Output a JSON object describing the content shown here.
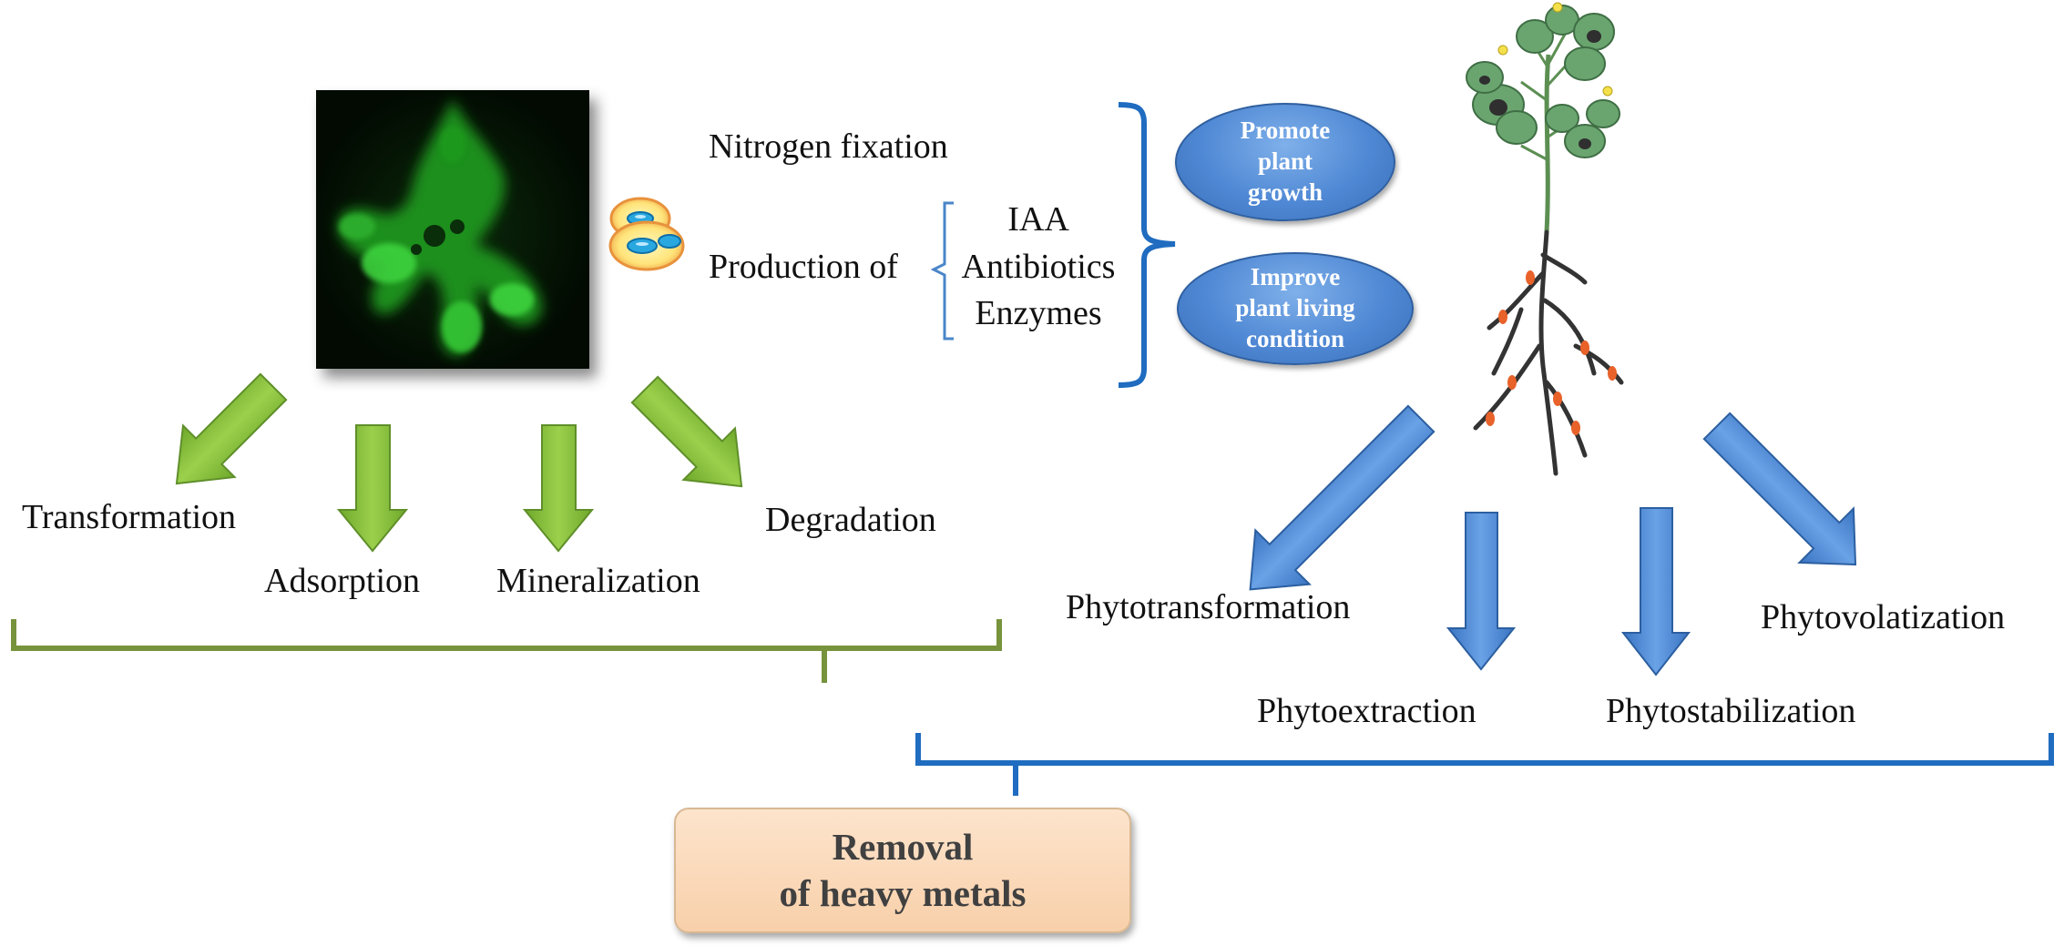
{
  "microbe_side": {
    "functions": {
      "nitrogen_fixation": "Nitrogen fixation",
      "production_of": "Production of",
      "products": [
        "IAA",
        "Antibiotics",
        "Enzymes"
      ]
    },
    "benefits": [
      {
        "lines": [
          "Promote",
          "plant",
          "growth"
        ]
      },
      {
        "lines": [
          "Improve",
          "plant living",
          "condition"
        ]
      }
    ],
    "mechanisms": [
      "Transformation",
      "Adsorption",
      "Mineralization",
      "Degradation"
    ],
    "arrow_color": "#8cc63f"
  },
  "plant_side": {
    "mechanisms": [
      "Phytotransformation",
      "Phytoextraction",
      "Phytostabilization",
      "Phytovolatization"
    ],
    "arrow_color": "#4a86d3"
  },
  "result": {
    "lines": [
      "Removal",
      "of heavy metals"
    ]
  },
  "colors": {
    "green_bracket": "#77933c",
    "blue_bracket": "#1f6cc0",
    "oval_fill": "#4f88d4",
    "result_box": "#fbdcbf",
    "leaf": "#6aa56f",
    "root": "#333333",
    "nodule": "#e8622a"
  }
}
